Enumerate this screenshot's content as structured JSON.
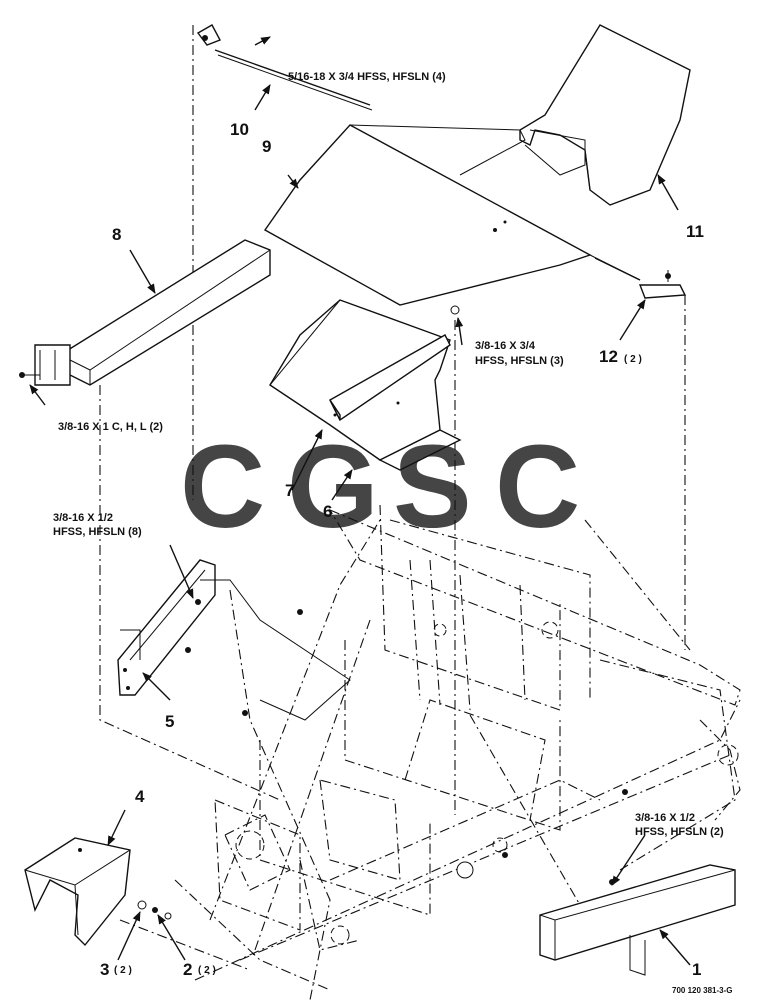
{
  "watermark": {
    "letters": [
      "C",
      "G",
      "S",
      "C"
    ],
    "colors": [
      "#6aa0f5",
      "#ef6f6a",
      "#f7d25c",
      "#58b88a"
    ]
  },
  "callouts": {
    "bolt_top": "5/16-18 X 3/4 HFSS, HFSLN (4)",
    "bolt_c_h_l": "3/8-16 X 1 C, H, L (2)",
    "bolt_34_line1": "3/8-16 X 3/4",
    "bolt_34_line2": "HFSS, HFSLN (3)",
    "bolt_12_8_line1": "3/8-16 X 1/2",
    "bolt_12_8_line2": "HFSS, HFSLN (8)",
    "bolt_12_2_line1": "3/8-16 X 1/2",
    "bolt_12_2_line2": "HFSS, HFSLN (2)"
  },
  "part_numbers": {
    "p1": "1",
    "p2": "2",
    "p3": "3",
    "p4": "4",
    "p5": "5",
    "p6": "6",
    "p7": "7",
    "p8": "8",
    "p9": "9",
    "p10": "10",
    "p11": "11",
    "p12": "12"
  },
  "quantities": {
    "q2": "( 2 )",
    "q3": "( 2 )",
    "q12": "( 2 )"
  },
  "document_id": "700 120 381-3-G"
}
